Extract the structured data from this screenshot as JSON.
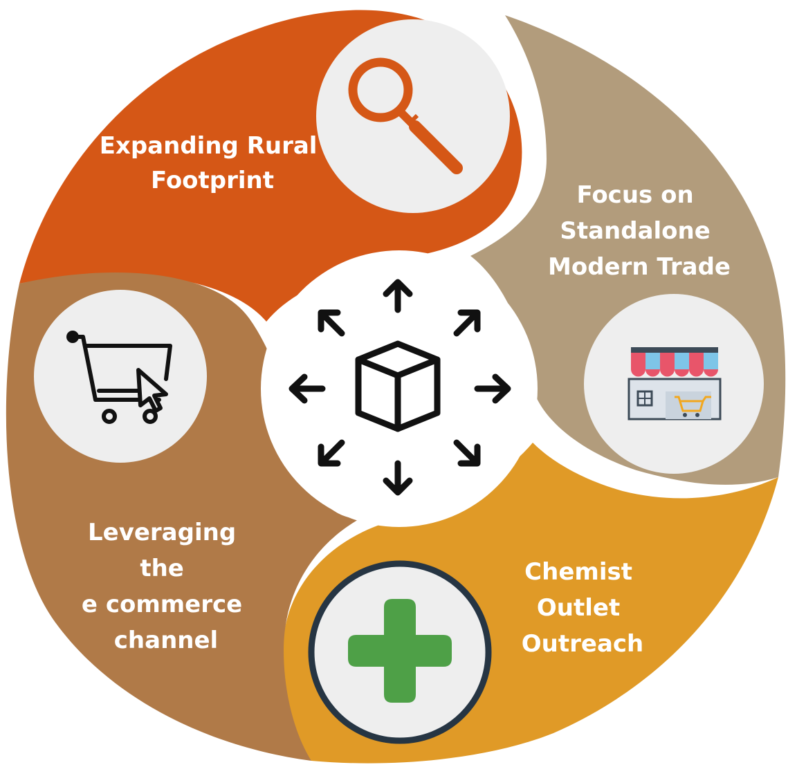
{
  "segments": [
    {
      "id": "rural",
      "lines": [
        "Expanding Rural",
        "Footprint"
      ],
      "color": "#D55716",
      "icon": "magnifying-glass-icon"
    },
    {
      "id": "modern-trade",
      "lines": [
        "Focus on",
        "Standalone",
        "Modern Trade"
      ],
      "color": "#B29C7C",
      "icon": "storefront-icon"
    },
    {
      "id": "chemist",
      "lines": [
        "Chemist",
        "Outlet",
        "Outreach"
      ],
      "color": "#E09A27",
      "icon": "medical-cross-icon"
    },
    {
      "id": "ecommerce",
      "lines": [
        "Leveraging",
        "the",
        "e commerce",
        "channel"
      ],
      "color": "#B07A48",
      "icon": "shopping-cart-icon"
    }
  ],
  "center_icon": "expanding-box-icon",
  "colors": {
    "icon_circle_fill": "#EEEEEE",
    "magnifier": "#D55716",
    "plus_green": "#4EA047",
    "plus_ring": "#263543",
    "center_glyphs": "#111111"
  }
}
